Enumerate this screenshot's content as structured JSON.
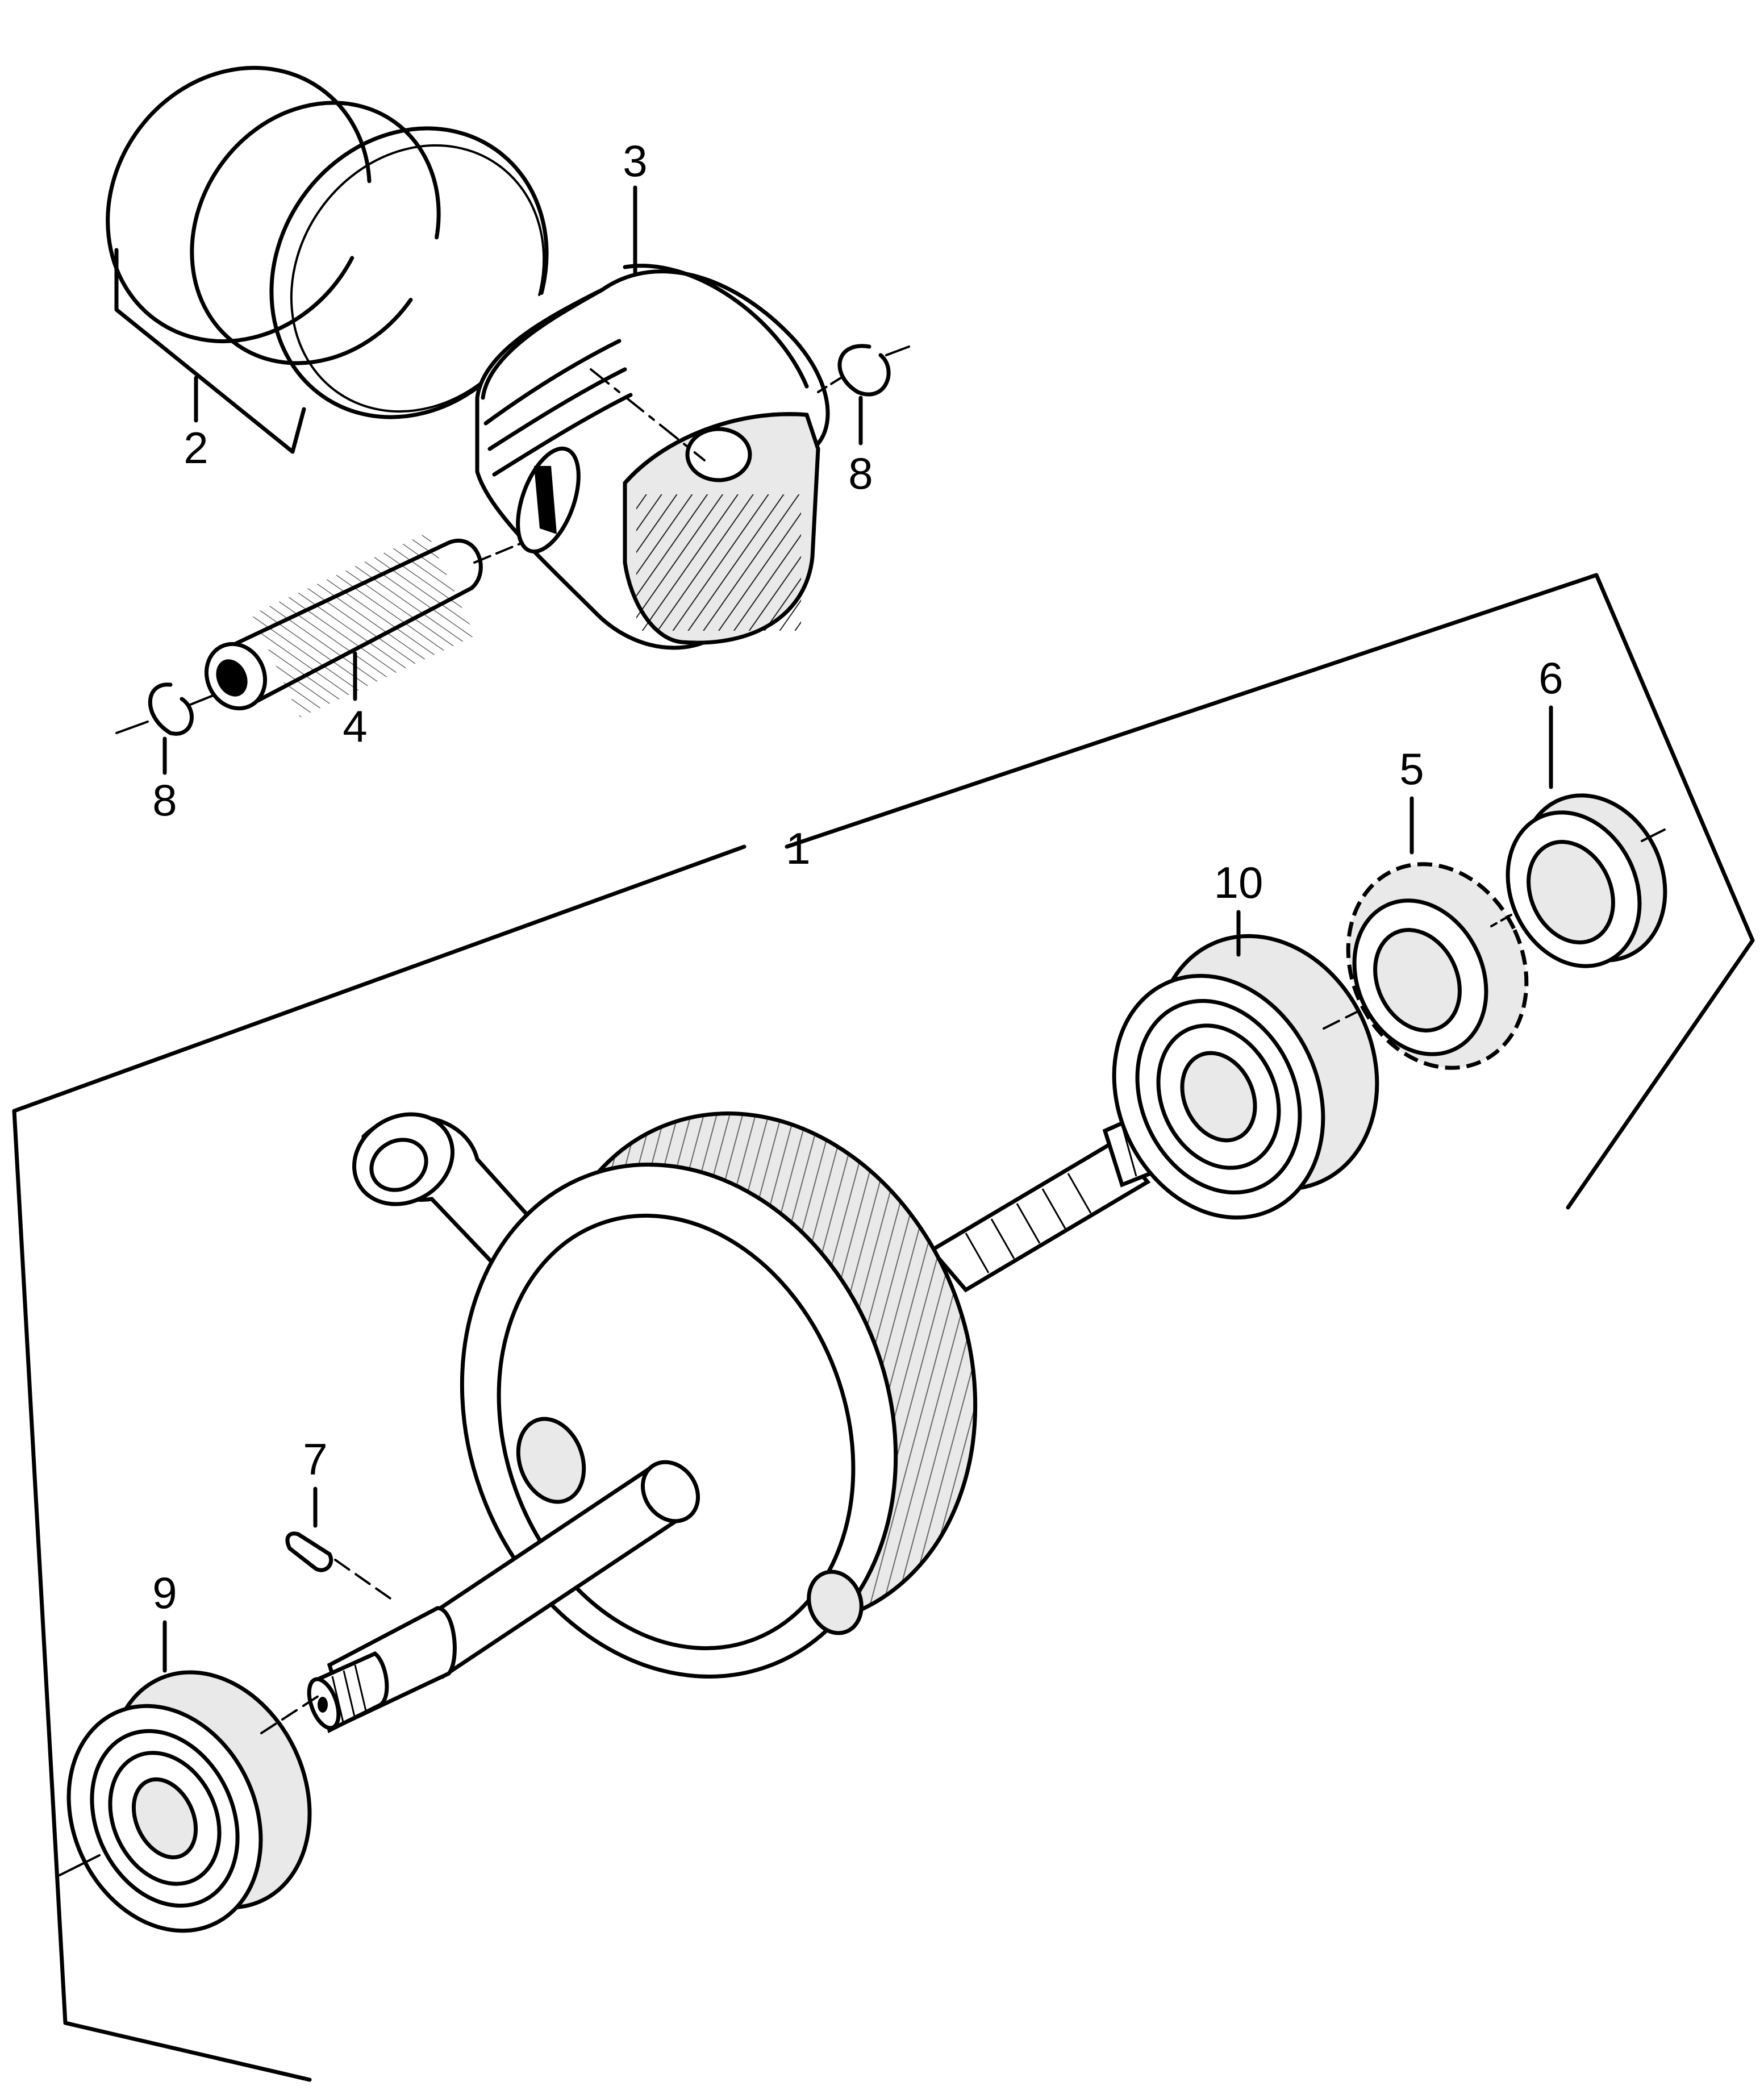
{
  "diagram": {
    "callouts": [
      {
        "id": "c1",
        "label": "1"
      },
      {
        "id": "c2",
        "label": "2"
      },
      {
        "id": "c3",
        "label": "3"
      },
      {
        "id": "c4",
        "label": "4"
      },
      {
        "id": "c5",
        "label": "5"
      },
      {
        "id": "c6",
        "label": "6"
      },
      {
        "id": "c7",
        "label": "7"
      },
      {
        "id": "c8a",
        "label": "8"
      },
      {
        "id": "c8b",
        "label": "8"
      },
      {
        "id": "c9",
        "label": "9"
      },
      {
        "id": "c10",
        "label": "10"
      }
    ]
  }
}
